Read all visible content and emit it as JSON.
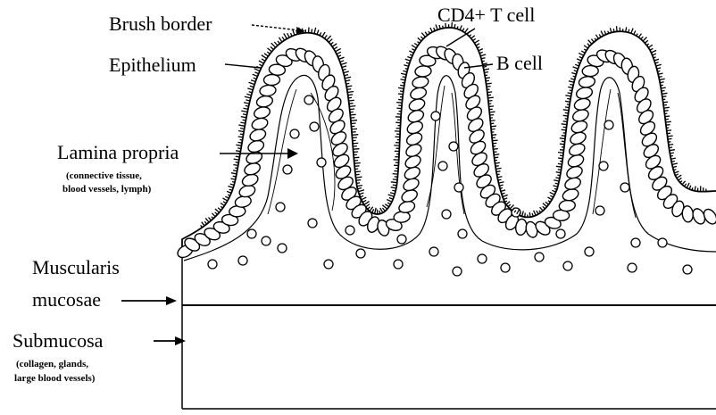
{
  "labels": {
    "brush_border": "Brush border",
    "cd4_t_cell": "CD4+ T cell",
    "b_cell": "B cell",
    "epithelium": "Epithelium",
    "lamina_propria": "Lamina propria",
    "lamina_propria_note_1": "(connective tissue,",
    "lamina_propria_note_2": "blood vessels, lymph)",
    "muscularis_1": "Muscularis",
    "muscularis_2": "mucosae",
    "submucosa": "Submucosa",
    "submucosa_note_1": "(collagen, glands,",
    "submucosa_note_2": "large blood vessels)"
  },
  "colors": {
    "line": "#000000",
    "background": "#ffffff"
  }
}
